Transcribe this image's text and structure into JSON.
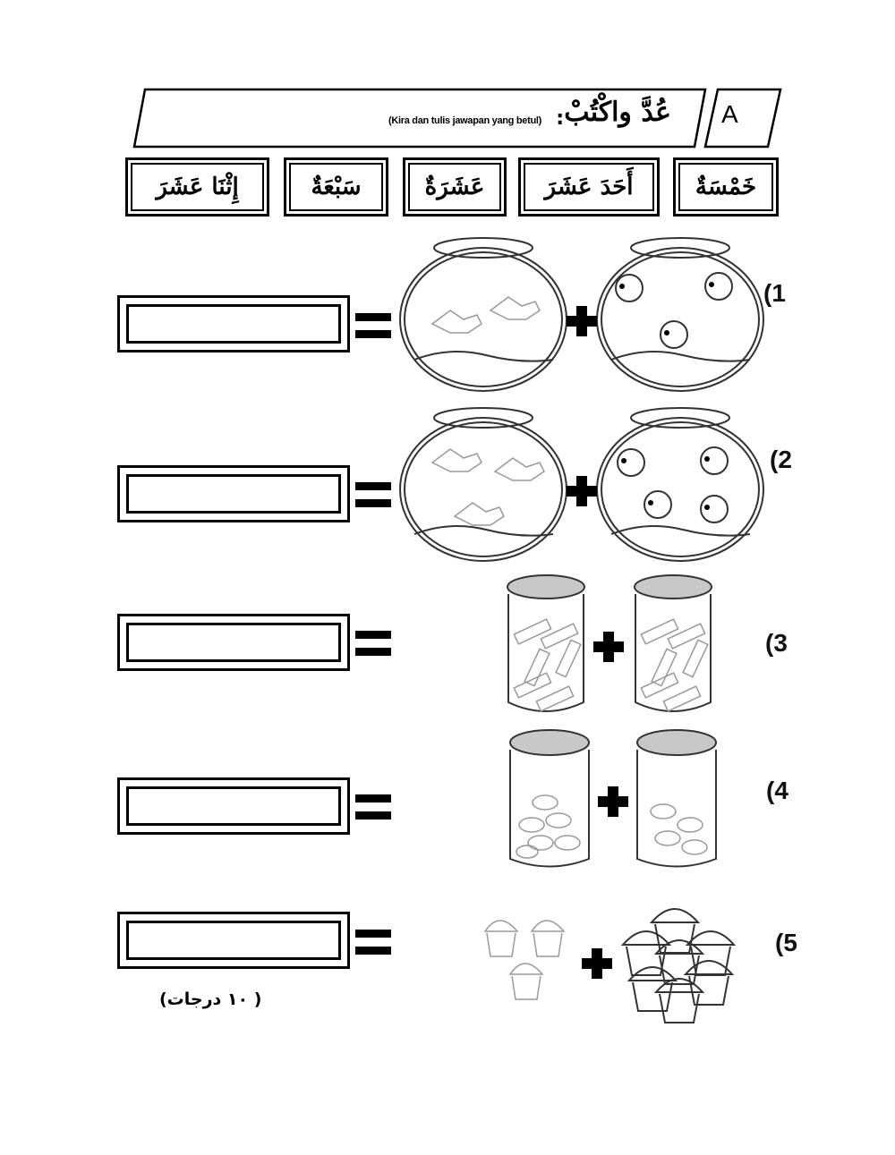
{
  "header": {
    "section_letter": "A",
    "title_arabic": "عُدَّ واكْتُبْ",
    "colon": ":",
    "subtitle": "(Kira dan tulis jawapan yang betul)"
  },
  "word_bank": [
    {
      "label": "خَمْسَةٌ"
    },
    {
      "label": "أَحَدَ عَشَرَ"
    },
    {
      "label": "عَشَرَةٌ"
    },
    {
      "label": "سَبْعَةٌ"
    },
    {
      "label": "إِثْنَا عَشَرَ"
    }
  ],
  "questions": [
    {
      "number": "(1",
      "left_item": "goldfish",
      "left_count": 2,
      "right_item": "round fish",
      "right_count": 3,
      "container": "fishbowl",
      "answer": ""
    },
    {
      "number": "(2",
      "left_item": "goldfish",
      "left_count": 3,
      "right_item": "round fish",
      "right_count": 4,
      "container": "fishbowl",
      "answer": ""
    },
    {
      "number": "(3",
      "left_item": "candy",
      "left_count": 6,
      "right_item": "candy",
      "right_count": 6,
      "container": "jar",
      "answer": ""
    },
    {
      "number": "(4",
      "left_item": "wrapped sweets",
      "right_item": "wrapped sweets",
      "container": "jar",
      "answer": ""
    },
    {
      "number": "(5",
      "left_item": "cupcake",
      "left_count": 3,
      "right_item": "cupcake",
      "right_count": 8,
      "container": "none",
      "answer": ""
    }
  ],
  "symbols": {
    "equals": "=",
    "plus": "+"
  },
  "footer": {
    "marks": "( ١٠ درجات)"
  }
}
